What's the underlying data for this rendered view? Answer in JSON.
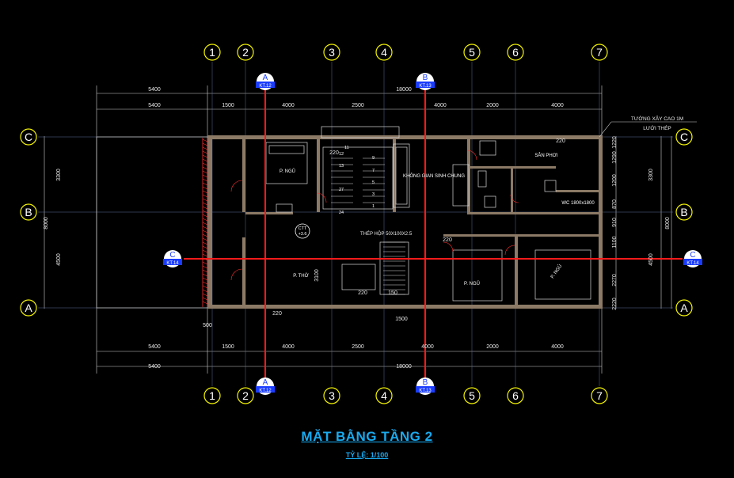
{
  "title": "MẶT BẰNG TẦNG 2",
  "scale": "TỶ LỆ: 1/100",
  "colors": {
    "background": "#000000",
    "section_line": "#ff1a1a",
    "grid_circle": "#f4f400",
    "wall": "#8c7a66",
    "title": "#19aaf0",
    "marker": "#1a3cff"
  },
  "grid_axes_x": [
    "1",
    "2",
    "3",
    "4",
    "5",
    "6",
    "7"
  ],
  "grid_axes_y": [
    "C",
    "B",
    "A"
  ],
  "dims_top_total": [
    "5400",
    "18000"
  ],
  "dims_top_detail": [
    "5400",
    "1500",
    "4000",
    "2500",
    "4000",
    "2000",
    "4000"
  ],
  "dims_bottom_detail": [
    "5400",
    "1500",
    "4000",
    "2500",
    "4000",
    "2000",
    "4000"
  ],
  "dims_bottom_total": [
    "5400",
    "18000"
  ],
  "dims_left": [
    "3300",
    "8000",
    "4500"
  ],
  "dims_right_outer": [
    "3300",
    "8000",
    "4500"
  ],
  "dims_right_inner": [
    "1220",
    "1290",
    "1200",
    "870",
    "910",
    "1100",
    "2270",
    "2220"
  ],
  "section_markers": {
    "A_top": {
      "letter": "A",
      "ref": "KT.12"
    },
    "B_top": {
      "letter": "B",
      "ref": "KT.13"
    },
    "C_left": {
      "letter": "C",
      "ref": "KT.14"
    },
    "C_right": {
      "letter": "C",
      "ref": "KT.14"
    },
    "A_bottom": {
      "letter": "A",
      "ref": "KT.12"
    },
    "B_bottom": {
      "letter": "B",
      "ref": "KT.13"
    }
  },
  "rooms": {
    "bedroom_1": "P. NGỦ",
    "common_space": "KHÔNG GIAN SINH CHUNG",
    "balcony": "SÂN PHƠI",
    "worship": "P. THỜ",
    "bedroom_2": "P. NGỦ",
    "bedroom_3": "P. NGỦ",
    "wc_note": "WC 1800x1800"
  },
  "notes": {
    "wall_note_1": "TƯỜNG XÂY CAO 1M",
    "wall_note_2": "LƯỚI THÉP",
    "steel_box": "THÉP HỘP 50X100X2.5",
    "level_tag_1": "CTT",
    "level_tag_2": "+3.6"
  },
  "stair_numbers": [
    "11",
    "12",
    "13",
    "27",
    "24",
    "9",
    "7",
    "5",
    "3",
    "1"
  ],
  "misc_dims": [
    "220",
    "220",
    "220",
    "220",
    "220",
    "150",
    "3100",
    "1500",
    "500"
  ]
}
